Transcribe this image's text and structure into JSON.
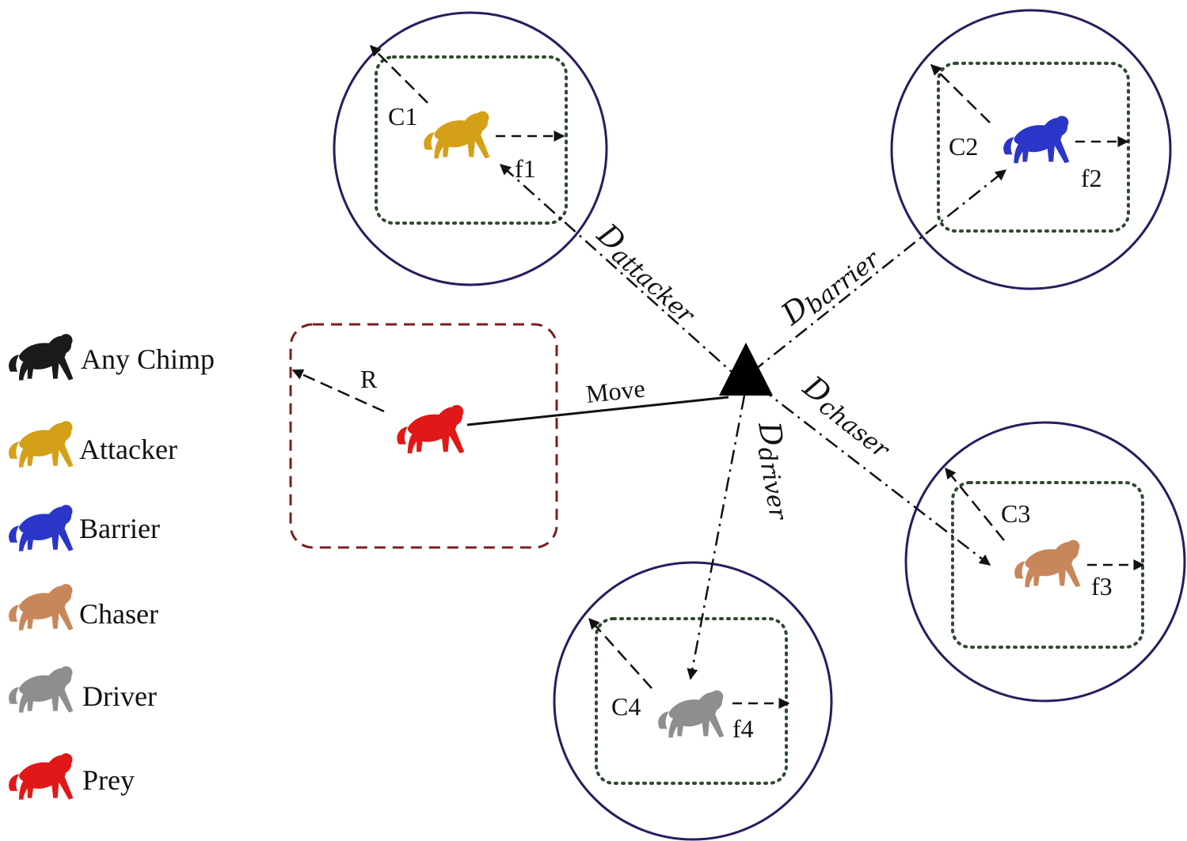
{
  "legend": {
    "items": [
      {
        "key": "any",
        "label": "Any Chimp",
        "color": "#1a1a1a"
      },
      {
        "key": "attacker",
        "label": "Attacker",
        "color": "#d4a017"
      },
      {
        "key": "barrier",
        "label": "Barrier",
        "color": "#2b35c8"
      },
      {
        "key": "chaser",
        "label": "Chaser",
        "color": "#c8875a"
      },
      {
        "key": "driver",
        "label": "Driver",
        "color": "#8e8e8e"
      },
      {
        "key": "prey",
        "label": "Prey",
        "color": "#e01818"
      }
    ]
  },
  "colors": {
    "circle_stroke": "#2c1a5e",
    "prey_box_stroke": "#7a1f1f",
    "inner_box_stroke": "#2f4a2f"
  },
  "agents": {
    "c1": {
      "id": "C1",
      "f": "f1"
    },
    "c2": {
      "id": "C2",
      "f": "f2"
    },
    "c3": {
      "id": "C3",
      "f": "f3"
    },
    "c4": {
      "id": "C4",
      "f": "f4"
    }
  },
  "prey": {
    "radius_label": "R",
    "move_label": "Move"
  },
  "distances": {
    "attacker": {
      "main": "D",
      "sub": "attacker"
    },
    "barrier": {
      "main": "D",
      "sub": "barrier"
    },
    "chaser": {
      "main": "D",
      "sub": "chaser"
    },
    "driver": {
      "main": "D",
      "sub": "driver"
    }
  }
}
